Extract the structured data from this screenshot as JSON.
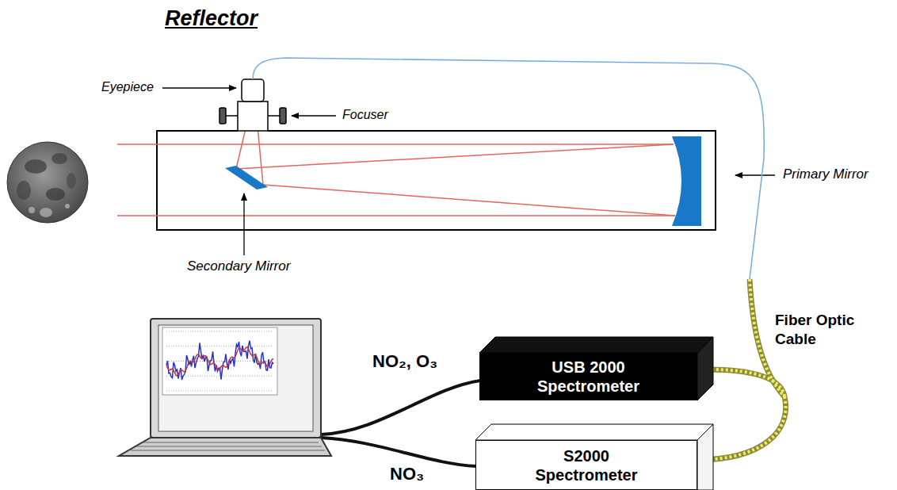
{
  "diagram": {
    "title": "Reflector",
    "nodes": [
      {
        "text": [
          "USB 2000 Spectrometer"
        ]
      },
      {
        "text": [
          "S2000 Spectrometer"
        ]
      }
    ],
    "labels": [
      "Eyepiece",
      "Focuser",
      "Primary Mirror",
      "Secondary Mirror",
      "Fiber Optic Cable",
      "NO₂, O₃",
      "NO₃"
    ]
  }
}
